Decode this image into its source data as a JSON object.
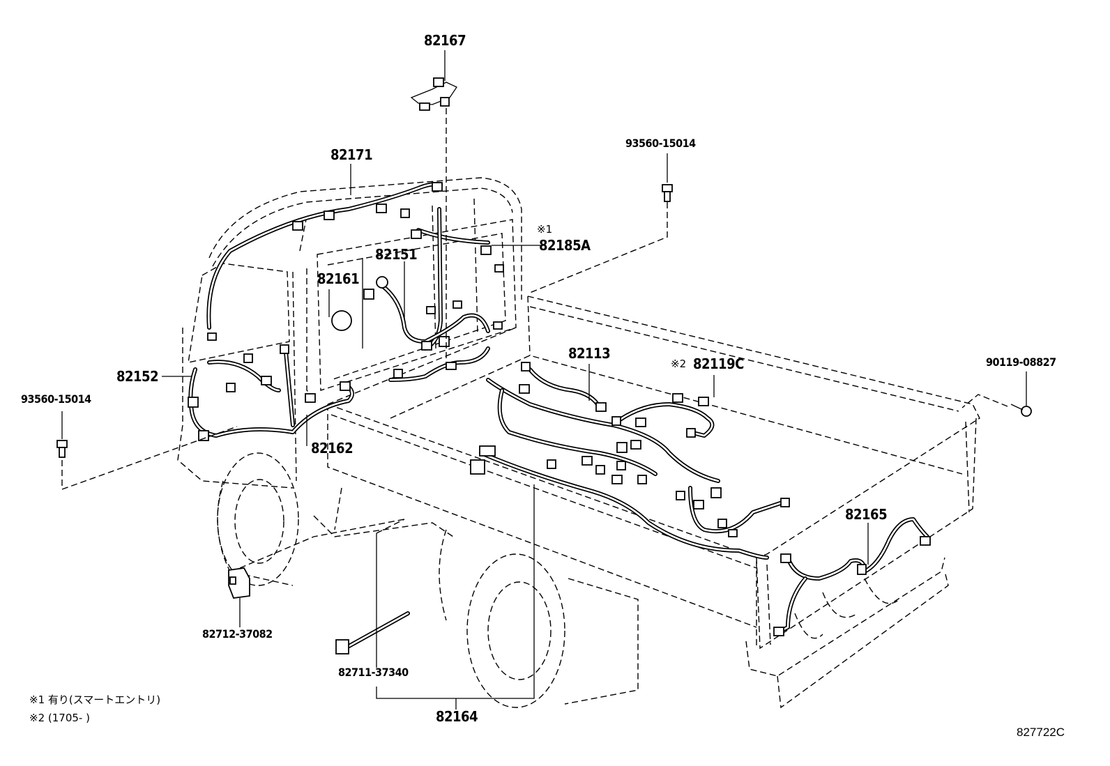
{
  "parts": {
    "p82167": "82167",
    "p82171": "82171",
    "p93560_top": "93560-15014",
    "p82185A": "82185A",
    "p82185A_mark": "※1",
    "p82151": "82151",
    "p82161": "82161",
    "p82113": "82113",
    "p82119C": "82119C",
    "p82119C_mark": "※2",
    "p90119": "90119-08827",
    "p82152": "82152",
    "p93560_left": "93560-15014",
    "p82162": "82162",
    "p82165": "82165",
    "p82712": "82712-37082",
    "p82711": "82711-37340",
    "p82164": "82164"
  },
  "notes": {
    "note1": "※1 有り(スマートエントリ)",
    "note2": "※2 (1705-        )"
  },
  "reference": "827722C"
}
